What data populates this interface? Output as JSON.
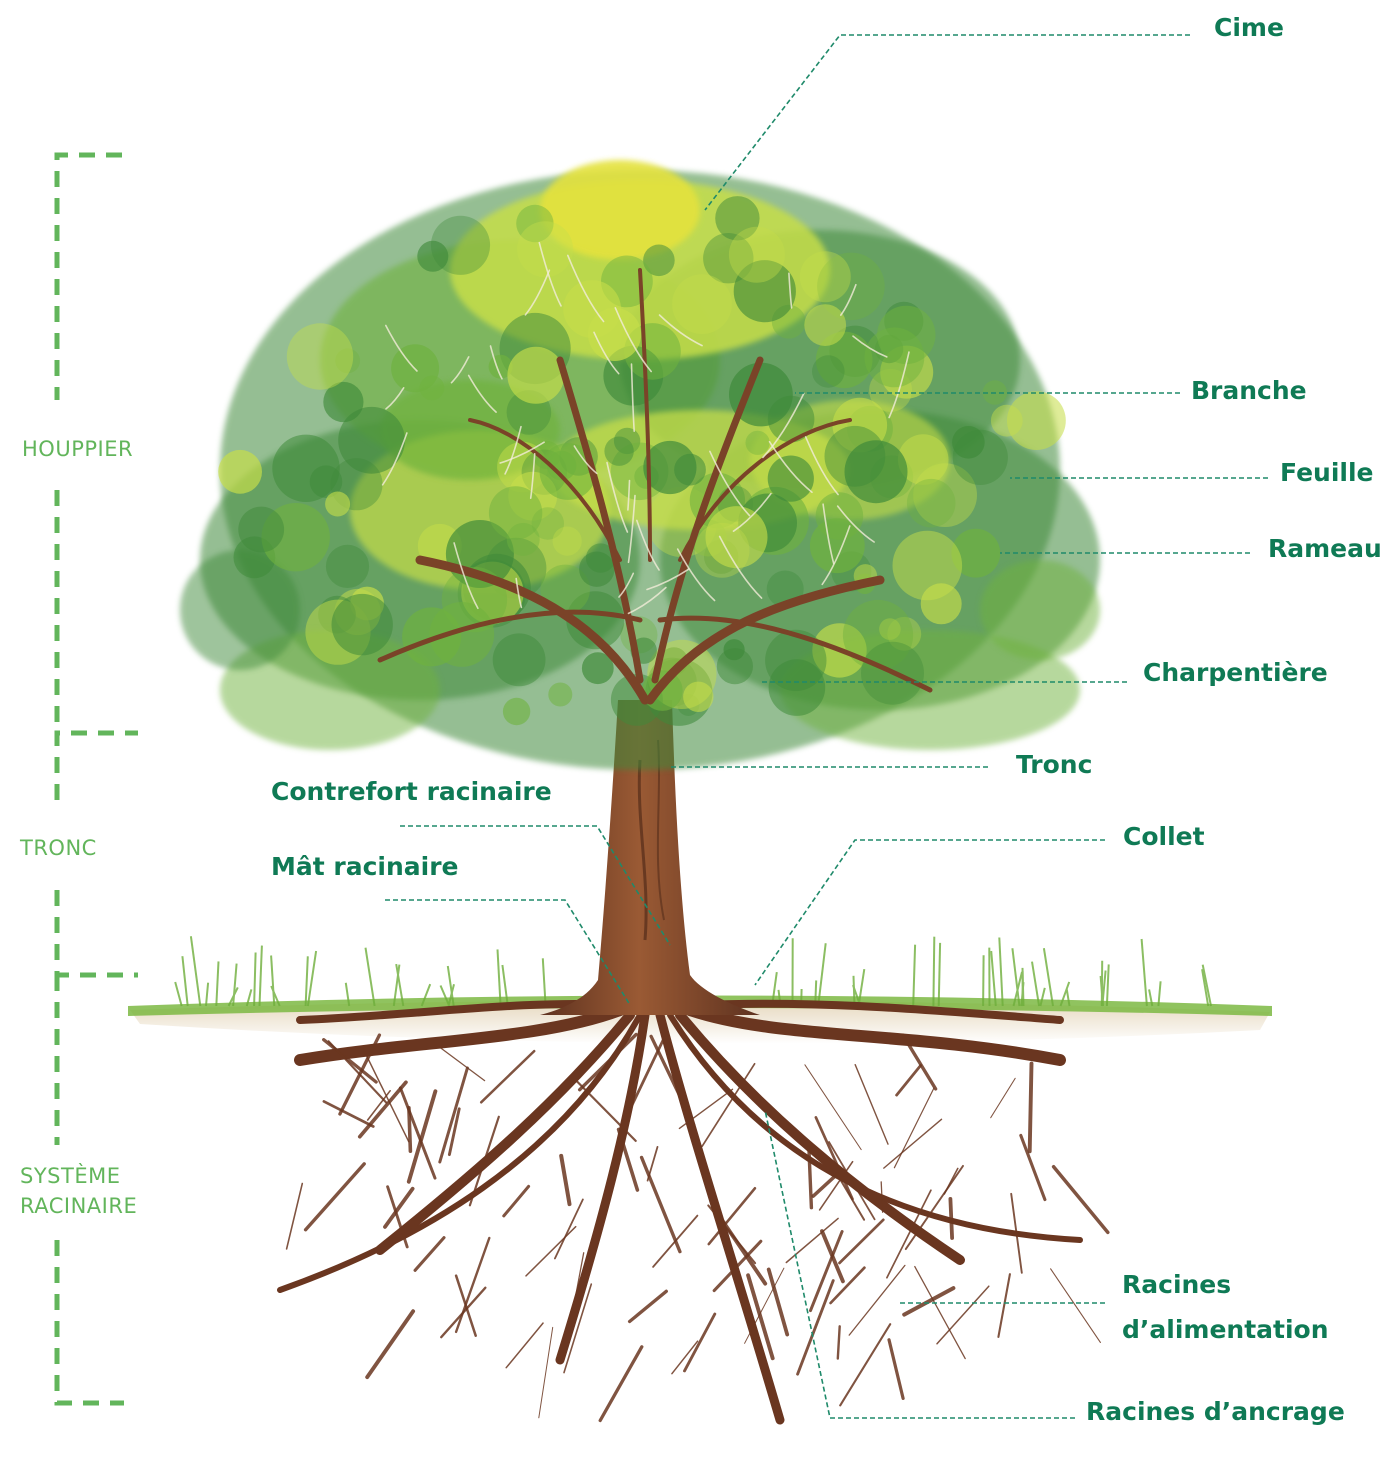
{
  "colors": {
    "label": "#0f7a55",
    "section": "#62b55b",
    "leader_line": "#1f8a6a",
    "bracket": "#62b55b",
    "trunk": "#7a4328",
    "root": "#6a3620",
    "foliage_dark": "#3f8a3a",
    "foliage_mid": "#6fb23e",
    "foliage_light": "#c6de4a",
    "crown_top": "#e4e23c",
    "grass": "#7cb843",
    "soil": "#e8dcc6"
  },
  "sections": {
    "crown": "HOUPPIER",
    "trunk": "TRONC",
    "roots_line1": "SYSTÈME",
    "roots_line2": "RACINAIRE"
  },
  "labels": {
    "cime": "Cime",
    "branche": "Branche",
    "feuille": "Feuille",
    "rameau": "Rameau",
    "charpentiere": "Charpentière",
    "tronc": "Tronc",
    "collet": "Collet",
    "contrefort": "Contrefort racinaire",
    "mat": "Mât racinaire",
    "alimentation_line1": "Racines",
    "alimentation_line2": "d’alimentation",
    "ancrage": "Racines d’ancrage"
  },
  "icons": {
    "illustration": "tree-illustration-icon"
  }
}
